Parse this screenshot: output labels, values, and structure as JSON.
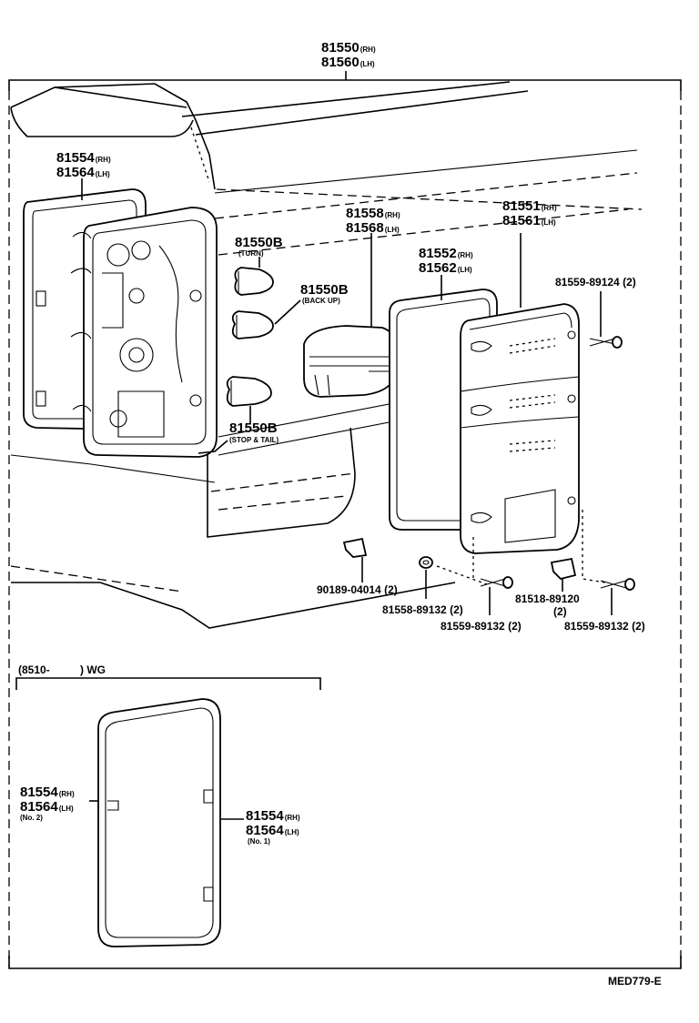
{
  "assembly": {
    "line1": "81550",
    "rh": "(RH)",
    "line2": "81560",
    "lh": "(LH)"
  },
  "gasket_left": {
    "line1": "81554",
    "rh": "(RH)",
    "line2": "81564",
    "lh": "(LH)"
  },
  "bulbs": [
    {
      "part": "81550B",
      "note": "(TURN)"
    },
    {
      "part": "81550B",
      "note": "(BACK UP)"
    },
    {
      "part": "81550B",
      "note": "(STOP & TAIL)"
    }
  ],
  "socket": {
    "line1": "81558",
    "rh": "(RH)",
    "line2": "81568",
    "lh": "(LH)"
  },
  "gasket_right": {
    "line1": "81552",
    "rh": "(RH)",
    "line2": "81562",
    "lh": "(LH)"
  },
  "lens": {
    "line1": "81551",
    "rh": "(RH)",
    "line2": "81561",
    "lh": "(LH)"
  },
  "screw_top": {
    "text": "81559-89124 (2)"
  },
  "fasteners": [
    {
      "text": "90189-04014 (2)"
    },
    {
      "text": "81558-89132 (2)"
    },
    {
      "text": "81559-89132 (2)"
    },
    {
      "text": "81518-89120"
    },
    {
      "text": "(2)"
    },
    {
      "text": "81559-89132 (2)"
    }
  ],
  "inset": {
    "header": "(8510-          ) WG",
    "no2": {
      "line1": "81554",
      "rh": "(RH)",
      "line2": "81564",
      "lh": "(LH)",
      "note": "(No. 2)"
    },
    "no1": {
      "line1": "81554",
      "rh": "(RH)",
      "line2": "81564",
      "lh": "(LH)",
      "note": "(No. 1)"
    }
  },
  "figure_code": "MED779-E"
}
